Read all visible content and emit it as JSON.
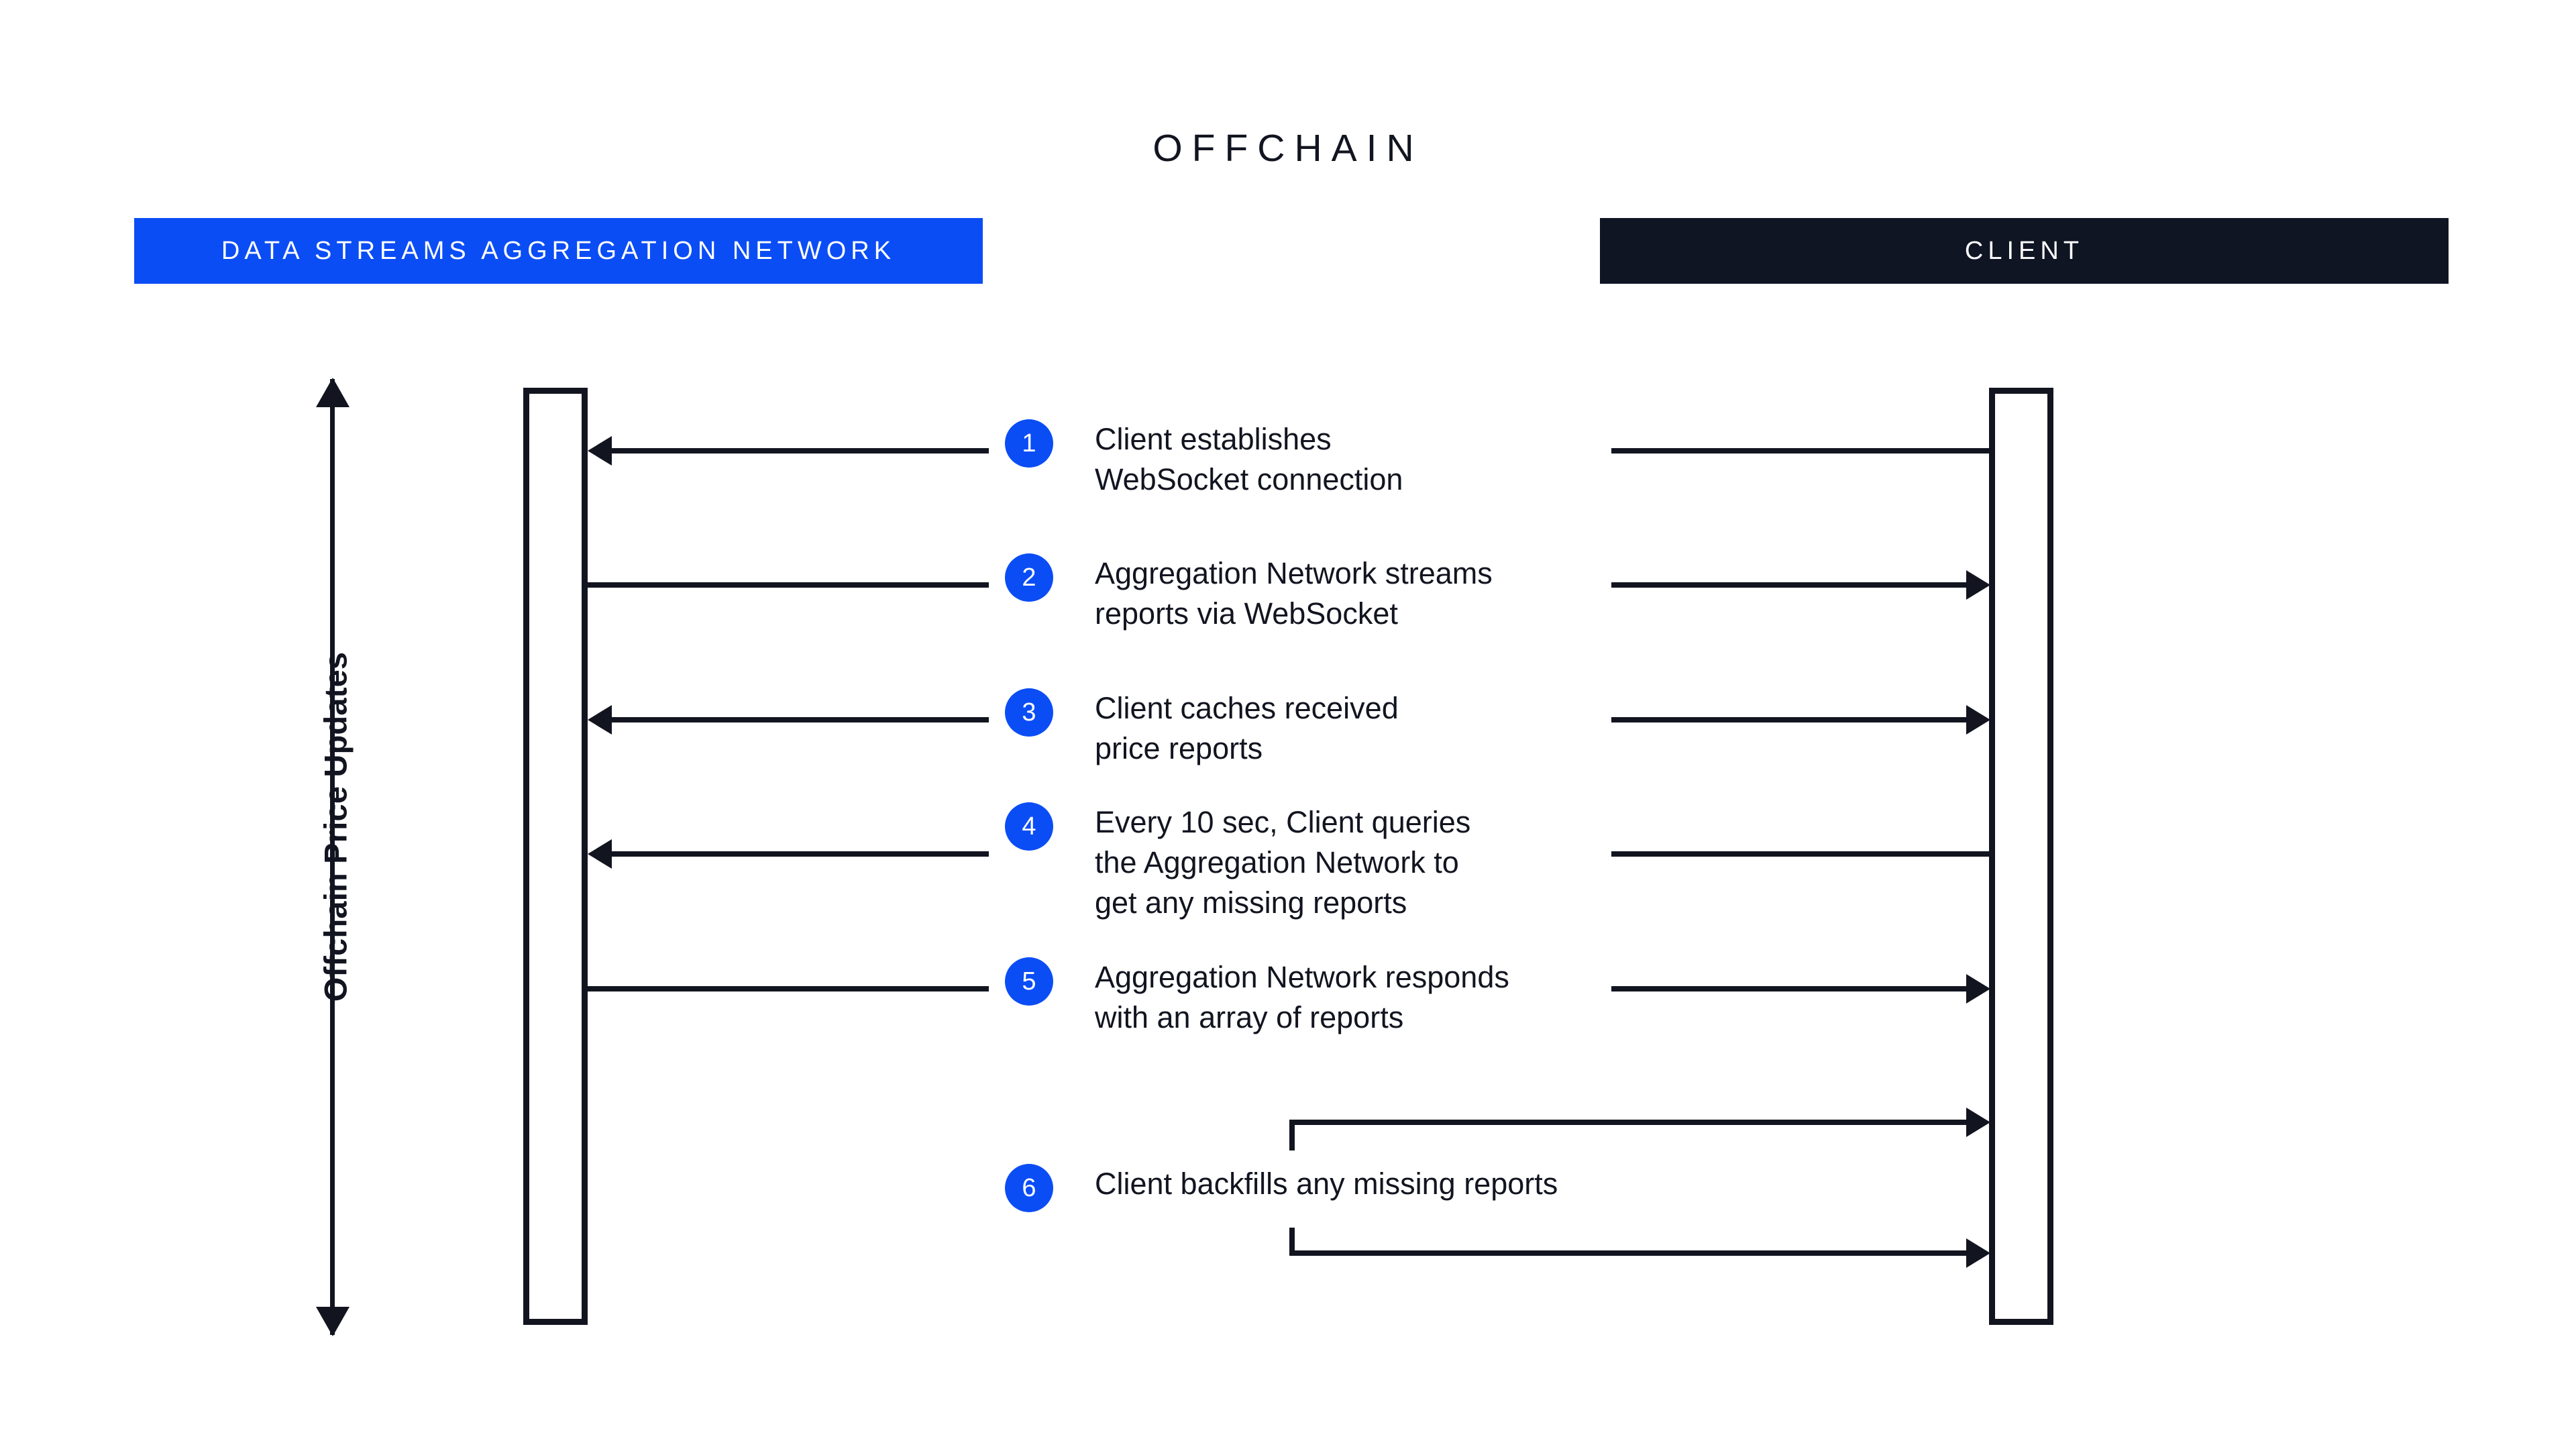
{
  "diagram": {
    "title": "OFFCHAIN",
    "axis_label": "Offchain Price Updates",
    "colors": {
      "accent_blue": "#0B4DF5",
      "dark": "#121520",
      "client_header": "#101524",
      "background": "#FFFFFF"
    },
    "actors": [
      {
        "id": "network",
        "label": "DATA STREAMS AGGREGATION NETWORK",
        "header_color": "#0B4DF5"
      },
      {
        "id": "client",
        "label": "CLIENT",
        "header_color": "#101524"
      }
    ],
    "steps": [
      {
        "number": "1",
        "text": "Client establishes\nWebSocket connection",
        "left_arrow": "left",
        "right_arrow": "none"
      },
      {
        "number": "2",
        "text": "Aggregation Network streams\nreports via WebSocket",
        "left_arrow": "none",
        "right_arrow": "right"
      },
      {
        "number": "3",
        "text": "Client caches received\nprice reports",
        "left_arrow": "left",
        "right_arrow": "right"
      },
      {
        "number": "4",
        "text": "Every 10 sec, Client queries\nthe Aggregation Network to\nget any missing reports",
        "left_arrow": "left",
        "right_arrow": "none"
      },
      {
        "number": "5",
        "text": "Aggregation Network responds\nwith an array of reports",
        "left_arrow": "none",
        "right_arrow": "right"
      },
      {
        "number": "6",
        "text": "Client backfills any missing reports",
        "left_arrow": "none",
        "right_arrow": "self-loop"
      }
    ]
  }
}
